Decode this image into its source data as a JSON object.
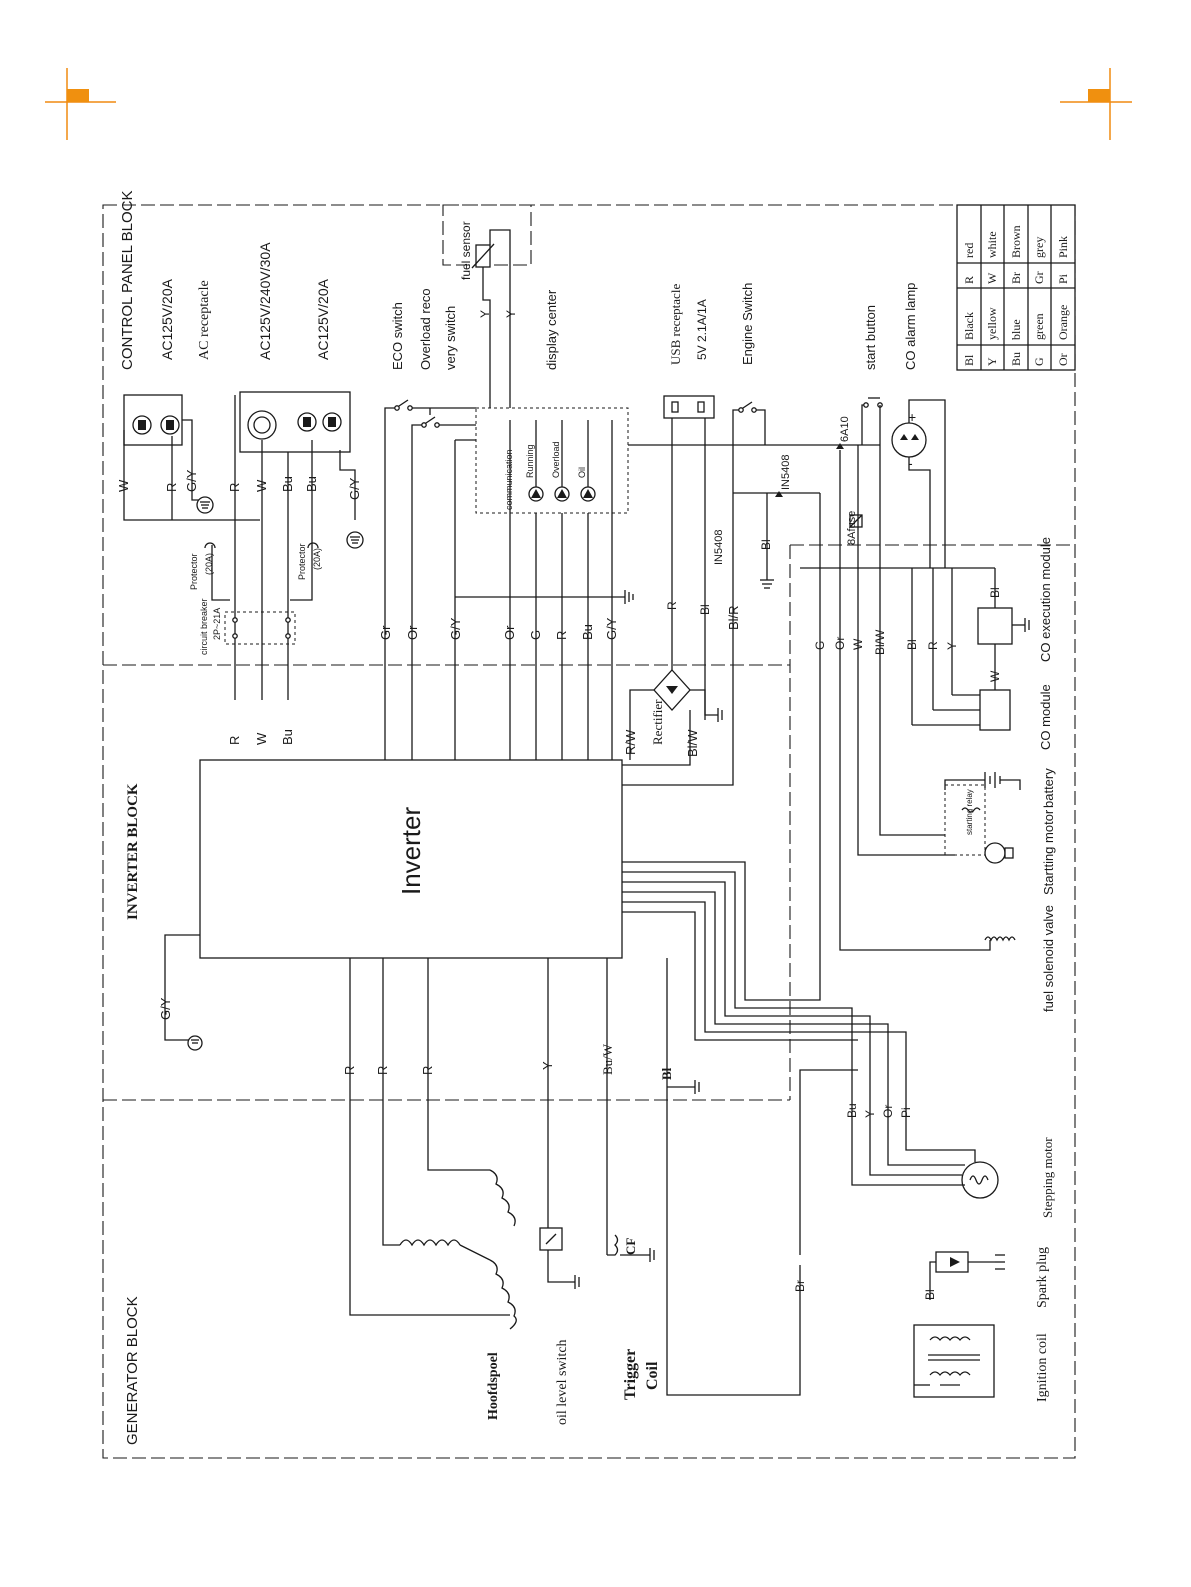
{
  "blocks": {
    "control_panel": "CONTROL PANEL BLOCK",
    "inverter": "INVERTER BLOCK",
    "generator": "GENERATOR BLOCK"
  },
  "receptacles": {
    "ac125_20a_a": "AC125V/20A",
    "ac_receptacle": "AC receptacle",
    "ac125_240_30a": "AC125V/240V/30A",
    "ac125_20a_b": "AC125V/20A"
  },
  "switches": {
    "eco_switch": "ECO switch",
    "overload_reco": "Overload reco",
    "very_switch": "very switch",
    "display_center": "display center",
    "usb_receptacle": "USB receptacle",
    "usb_rating": "5V 2.1A/1A",
    "engine_switch": "Engine Switch",
    "start_button": "start button",
    "co_alarm_lamp": "CO alarm lamp"
  },
  "fuel_sensor": "fuel sensor",
  "indicators": [
    "communication",
    "Running",
    "Overload",
    "Oil"
  ],
  "protectors": {
    "protector_a": "Protector",
    "protector_a_rating": "(20A)",
    "protector_b": "Protector",
    "protector_b_rating": "(20A)",
    "breaker": "circuit breaker",
    "breaker_rating": "2P~21A"
  },
  "diodes": {
    "d_6a10": "6A10",
    "d_in5408_a": "IN5408",
    "d_in5408_b": "IN5408",
    "fuse": "8Afuse"
  },
  "modules": {
    "co_execution": "CO execution module",
    "co_module": "CO module",
    "battery": "battery",
    "starting_relay": "starting relay",
    "starting_motor": "Startting motor",
    "fuel_solenoid": "fuel solenoid valve",
    "stepping_motor": "Stepping motor",
    "ignition_coil": "Ignition coil",
    "spark_plug": "Spark plug",
    "rectifier": "Rectifier",
    "inverter": "Inverter",
    "hoofdspoel": "Hoofdspoel",
    "oil_level_switch": "oil level switch",
    "trigger": "Trigger",
    "coil": "Coil",
    "cf": "CF"
  },
  "wire_labels": {
    "top_a": [
      "W",
      "R",
      "G/Y",
      "R",
      "W",
      "Bu",
      "Bu",
      "G/Y"
    ],
    "panel_b": [
      "Gr",
      "Or",
      "G/Y",
      "Or",
      "G",
      "R",
      "Bu",
      "G/Y"
    ],
    "usb": [
      "R",
      "Bl",
      "Bl/R",
      "Bl"
    ],
    "fuel_y": [
      "Y",
      "Y"
    ],
    "right_bus": [
      "G",
      "Or",
      "W",
      "Bl/W",
      "Bl",
      "R",
      "Y",
      "Bl",
      "W"
    ],
    "inv_top": [
      "R",
      "W",
      "Bu",
      "R/W",
      "Bl/W"
    ],
    "inv_left": "G/Y",
    "inv_bottom": [
      "R",
      "R",
      "R",
      "Y",
      "Bu/W",
      "Bl"
    ],
    "stepper": [
      "Bu",
      "Y",
      "Or",
      "Pi"
    ],
    "ignition": [
      "Br",
      "Bl"
    ]
  },
  "color_legend": [
    {
      "code": "Bl",
      "name": "Black"
    },
    {
      "code": "Y",
      "name": "yellow"
    },
    {
      "code": "Bu",
      "name": "blue"
    },
    {
      "code": "G",
      "name": "green"
    },
    {
      "code": "Or",
      "name": "Orange"
    },
    {
      "code": "R",
      "name": "red"
    },
    {
      "code": "W",
      "name": "white"
    },
    {
      "code": "Br",
      "name": "Brown"
    },
    {
      "code": "Gr",
      "name": "grey"
    },
    {
      "code": "Pi",
      "name": "Pink"
    }
  ],
  "colors": {
    "ink": "#1a1a1a",
    "crop_mark": "#f08a10"
  }
}
